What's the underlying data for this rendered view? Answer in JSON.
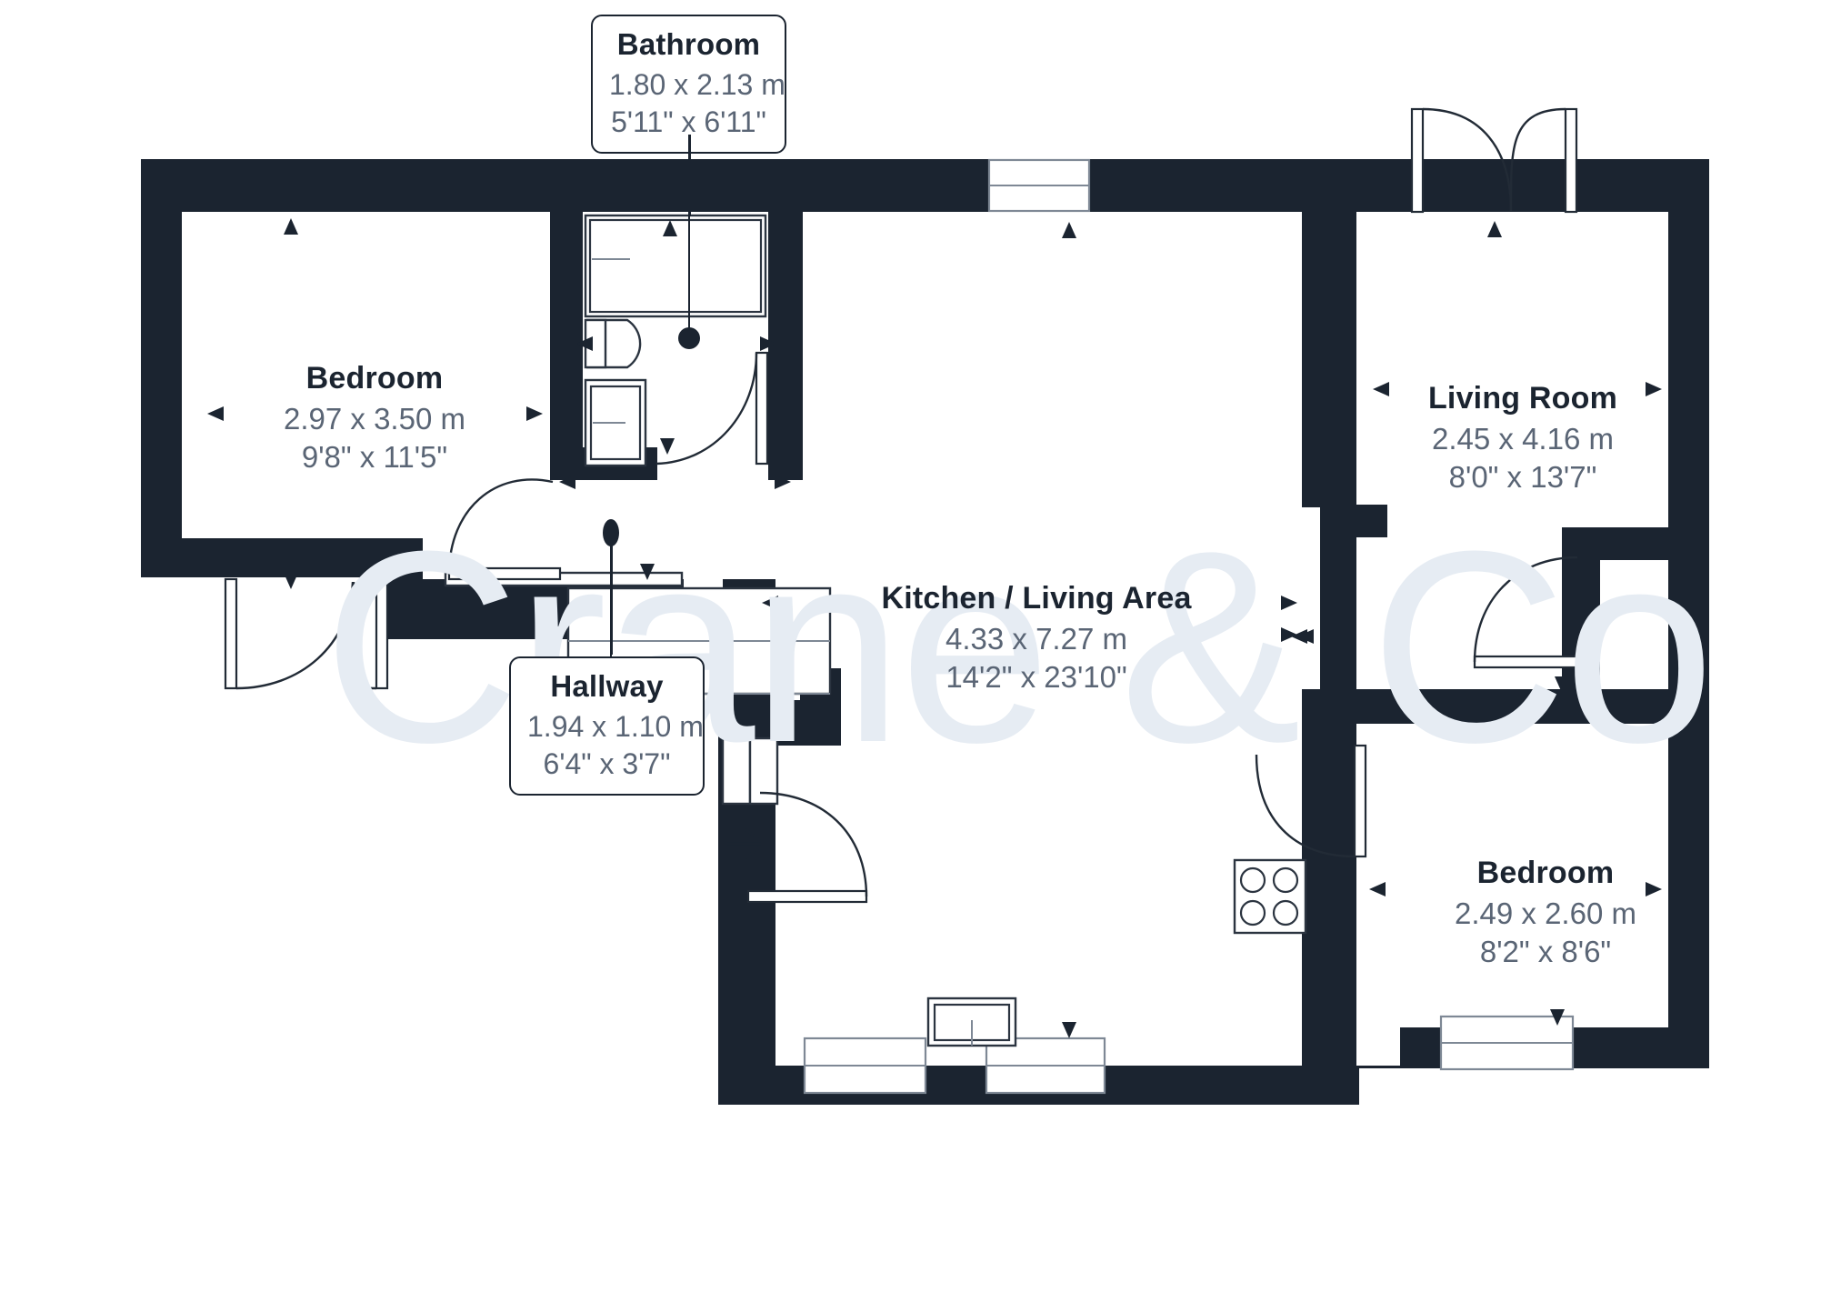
{
  "document": {
    "type": "floor-plan",
    "watermark": "Crane & Co",
    "background_color": "#ffffff",
    "wall_color": "#1b2430",
    "label_title_color": "#1b2430",
    "label_dimension_color": "#5a6575",
    "watermark_color": "#e6ecf3"
  },
  "rooms": [
    {
      "id": "bathroom",
      "name": "Bathroom",
      "metric": "1.80 x 2.13 m",
      "imperial": "5'11\" x 6'11\"",
      "label_style": "callout"
    },
    {
      "id": "bedroom-left",
      "name": "Bedroom",
      "metric": "2.97 x 3.50 m",
      "imperial": "9'8\" x 11'5\"",
      "label_style": "inline"
    },
    {
      "id": "living-room",
      "name": "Living Room",
      "metric": "2.45 x 4.16 m",
      "imperial": "8'0\" x 13'7\"",
      "label_style": "inline"
    },
    {
      "id": "kitchen-living-area",
      "name": "Kitchen / Living Area",
      "metric": "4.33 x 7.27 m",
      "imperial": "14'2\" x 23'10\"",
      "label_style": "inline"
    },
    {
      "id": "hallway",
      "name": "Hallway",
      "metric": "1.94 x 1.10 m",
      "imperial": "6'4\" x 3'7\"",
      "label_style": "callout"
    },
    {
      "id": "bedroom-right",
      "name": "Bedroom",
      "metric": "2.49 x 2.60 m",
      "imperial": "8'2\" x 8'6\"",
      "label_style": "inline"
    }
  ],
  "fixtures": [
    {
      "id": "bath-shower",
      "name": "bath-or-shower-tray",
      "room": "bathroom"
    },
    {
      "id": "wc",
      "name": "toilet",
      "room": "bathroom"
    },
    {
      "id": "wash-basin",
      "name": "wash-basin",
      "room": "bathroom"
    },
    {
      "id": "hob",
      "name": "four-ring-hob",
      "room": "kitchen-living-area",
      "rings": 4
    },
    {
      "id": "kitchen-sink",
      "name": "kitchen-sink",
      "room": "kitchen-living-area"
    },
    {
      "id": "kitchen-units",
      "name": "kitchen-worktop-units",
      "room": "kitchen-living-area"
    },
    {
      "id": "ceiling-light-bathroom",
      "name": "ceiling-light",
      "room": "bathroom"
    },
    {
      "id": "ceiling-light-hallway",
      "name": "ceiling-light",
      "room": "hallway"
    }
  ],
  "openings": [
    {
      "id": "front-double-door",
      "name": "double-door",
      "location": "bedroom-left-south"
    },
    {
      "id": "bathroom-door",
      "name": "single-door",
      "location": "bathroom-south"
    },
    {
      "id": "bedroom-left-door",
      "name": "single-door",
      "location": "bedroom-left-east"
    },
    {
      "id": "hallway-door",
      "name": "single-door",
      "location": "hallway-south"
    },
    {
      "id": "patio-double-door",
      "name": "double-door",
      "location": "living-room-north"
    },
    {
      "id": "living-room-door",
      "name": "single-door",
      "location": "living-room-south"
    },
    {
      "id": "bedroom-right-door",
      "name": "single-door",
      "location": "bedroom-right-west"
    },
    {
      "id": "window-north-kitchen",
      "name": "window",
      "location": "north-wall"
    },
    {
      "id": "window-south-kitchen-left",
      "name": "window",
      "location": "south-wall"
    },
    {
      "id": "window-south-kitchen-right",
      "name": "window",
      "location": "south-wall"
    },
    {
      "id": "window-bedroom-right-south",
      "name": "window",
      "location": "south-wall"
    }
  ],
  "annotations": [
    {
      "id": "direction-arrow",
      "name": "view-direction-arrow",
      "symbol": "→"
    }
  ]
}
